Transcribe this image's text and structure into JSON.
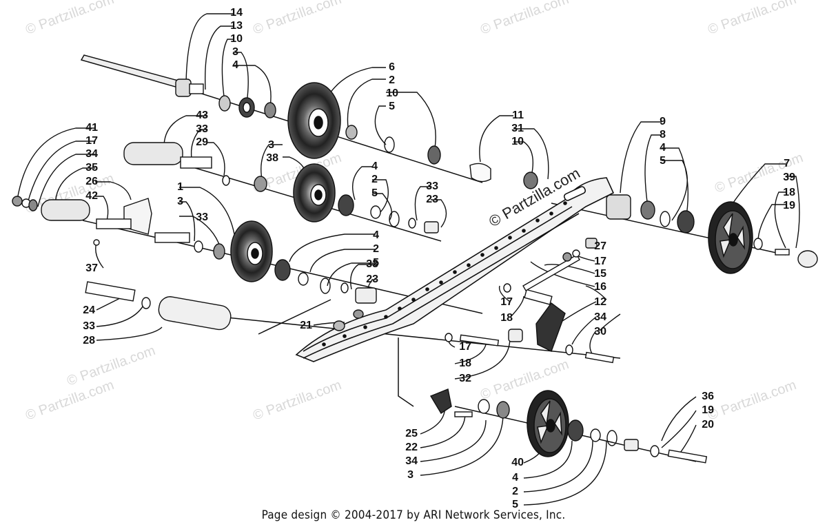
{
  "footer": "Page design © 2004-2017 by ARI Network Services, Inc.",
  "watermark_text": "© Partzilla.com",
  "watermark_main": "© Partzilla.com",
  "callouts": {
    "c14": "14",
    "c13": "13",
    "c10a": "10",
    "c3a": "3",
    "c4a": "4",
    "c6": "6",
    "c2a": "2",
    "c10b": "10",
    "c5a": "5",
    "c11": "11",
    "c31": "31",
    "c10c": "10",
    "c9": "9",
    "c8": "8",
    "c4b": "4",
    "c5b": "5",
    "c7": "7",
    "c39": "39",
    "c18a": "18",
    "c19a": "19",
    "c41": "41",
    "c17a": "17",
    "c34a": "34",
    "c35": "35",
    "c26": "26",
    "c42": "42",
    "c43": "43",
    "c33a": "33",
    "c29": "29",
    "c3b": "3",
    "c38": "38",
    "c4c": "4",
    "c2b": "2",
    "c5c": "5",
    "c33b": "33",
    "c23a": "23",
    "c1": "1",
    "c3c": "3",
    "c33c": "33",
    "c37": "37",
    "c4d": "4",
    "c2c": "2",
    "c5d": "5",
    "c33d": "33",
    "c23b": "23",
    "c27": "27",
    "c17b": "17",
    "c15": "15",
    "c16": "16",
    "c17c": "17",
    "c18b": "18",
    "c12": "12",
    "c34b": "34",
    "c30": "30",
    "c24": "24",
    "c33e": "33",
    "c28": "28",
    "c21": "21",
    "c17d": "17",
    "c18c": "18",
    "c32": "32",
    "c36": "36",
    "c19b": "19",
    "c20": "20",
    "c25": "25",
    "c22": "22",
    "c34c": "34",
    "c3d": "3",
    "c40": "40",
    "c4e": "4",
    "c2d": "2",
    "c5e": "5"
  }
}
